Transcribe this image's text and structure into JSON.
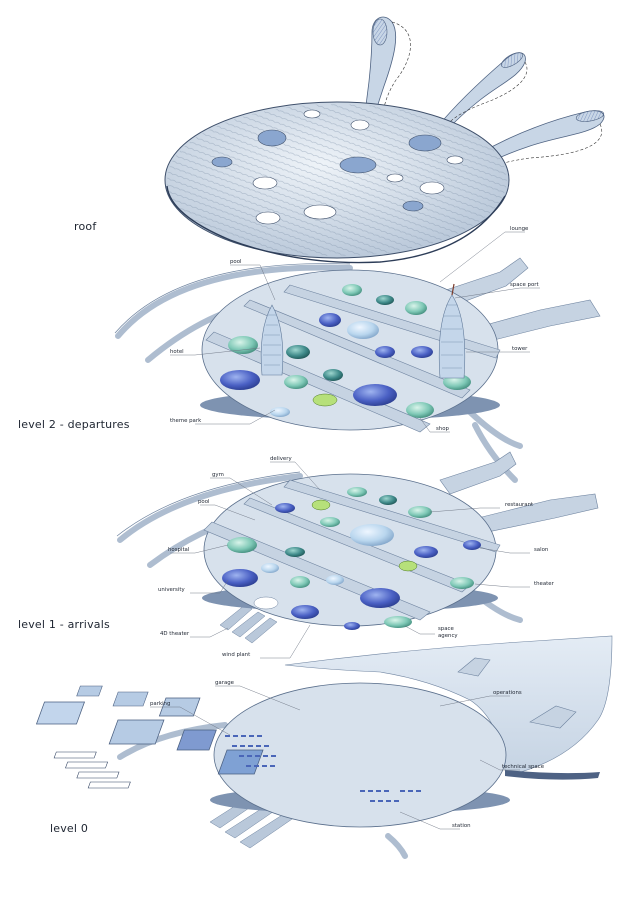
{
  "levels": {
    "roof": "roof",
    "level2": "level 2 - departures",
    "level1": "level 1 - arrivals",
    "level0": "level 0"
  },
  "labels_level2": {
    "lounge": "lounge",
    "pool": "pool",
    "space_port": "space port",
    "hotel": "hotel",
    "tower": "tower",
    "theme_park": "theme park",
    "shop": "shop"
  },
  "labels_level1": {
    "delivery": "delivery",
    "gym": "gym",
    "pool": "pool",
    "restaurant": "restaurant",
    "hospital": "hospital",
    "salon": "salon",
    "university": "university",
    "theater": "theater",
    "theater_4d": "4D theater",
    "space_agency_1": "space",
    "space_agency_2": "agency",
    "wind_plant": "wind plant"
  },
  "labels_level0": {
    "garage": "garage",
    "operations": "operations",
    "parking": "parking",
    "technical_space": "technical space",
    "station": "station"
  },
  "colors": {
    "blue_deep": "#3f55b8",
    "blue_mid": "#6b86d6",
    "teal": "#3f8a8a",
    "mint": "#8fd3c4",
    "pale_blue": "#b9d6ee",
    "disc": "#d7e1ec",
    "line": "#5a6f8c"
  }
}
